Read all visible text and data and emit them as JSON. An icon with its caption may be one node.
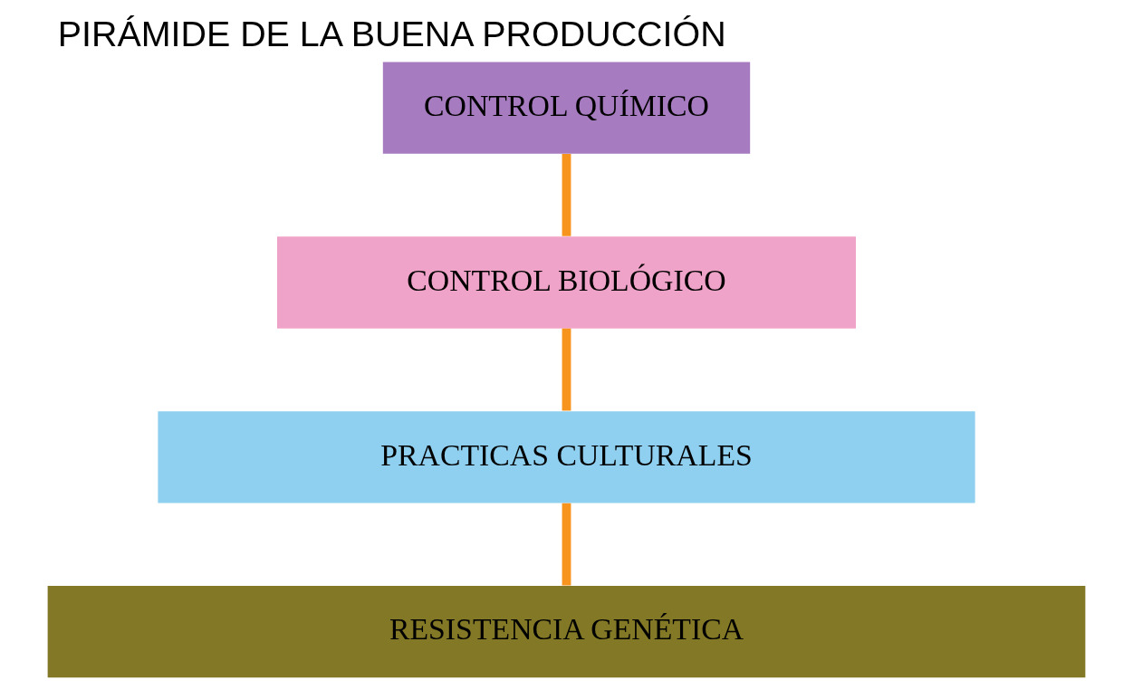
{
  "diagram": {
    "title": "PIRÁMIDE DE LA BUENA PRODUCCIÓN",
    "nodes": [
      {
        "text": [
          "CONTROL QUÍMICO"
        ]
      },
      {
        "text": [
          "CONTROL BIOLÓGICO"
        ]
      },
      {
        "text": [
          "PRACTICAS CULTURALES"
        ]
      },
      {
        "text": [
          "RESISTENCIA GENÉTICA"
        ]
      }
    ],
    "edges": [
      {
        "from": 0,
        "to": 1,
        "arrow": "none"
      },
      {
        "from": 1,
        "to": 2,
        "arrow": "none"
      },
      {
        "from": 2,
        "to": 3,
        "arrow": "none"
      }
    ]
  }
}
